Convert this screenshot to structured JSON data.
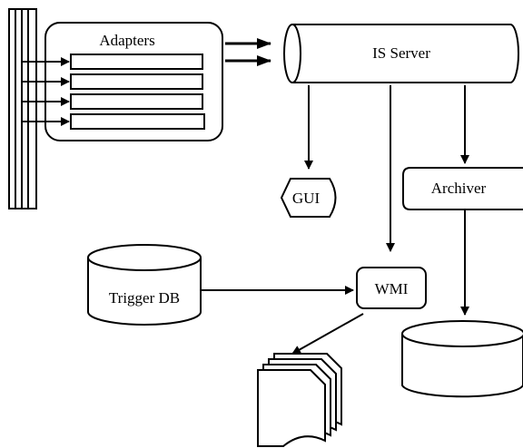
{
  "nodes": {
    "adapters": {
      "label": "Adapters"
    },
    "is_server": {
      "label": "IS Server"
    },
    "gui": {
      "label": "GUI"
    },
    "archiver": {
      "label": "Archiver"
    },
    "trigger_db": {
      "label": "Trigger DB"
    },
    "wmi": {
      "label": "WMI"
    },
    "archive_db": {
      "label": ""
    },
    "documents": {
      "label": ""
    }
  },
  "edges": [
    {
      "from": "bus",
      "to": "adapters",
      "count": 4
    },
    {
      "from": "adapters",
      "to": "is_server",
      "count": 2
    },
    {
      "from": "is_server",
      "to": "gui"
    },
    {
      "from": "is_server",
      "to": "wmi"
    },
    {
      "from": "is_server",
      "to": "archiver"
    },
    {
      "from": "archiver",
      "to": "archive_db"
    },
    {
      "from": "trigger_db",
      "to": "wmi"
    },
    {
      "from": "wmi",
      "to": "documents"
    }
  ]
}
